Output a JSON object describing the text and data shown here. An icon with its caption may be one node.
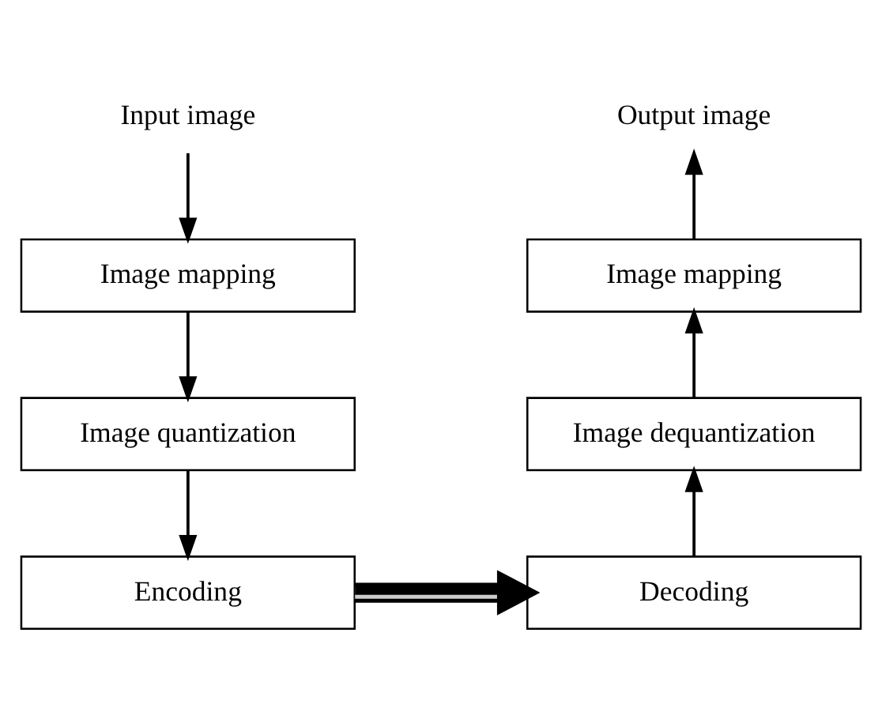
{
  "diagram": {
    "nodes": [
      {
        "text": [
          "Input image"
        ]
      },
      {
        "text": [
          "Image mapping"
        ]
      },
      {
        "text": [
          "Image quantization"
        ]
      },
      {
        "text": [
          "Encoding"
        ]
      },
      {
        "text": [
          "Output image"
        ]
      },
      {
        "text": [
          "Image mapping"
        ]
      },
      {
        "text": [
          "Image dequantization"
        ]
      },
      {
        "text": [
          "Decoding"
        ]
      }
    ],
    "edges": [
      {
        "from": 0,
        "to": 1,
        "arrow": "to"
      },
      {
        "from": 1,
        "to": 2,
        "arrow": "to"
      },
      {
        "from": 2,
        "to": 3,
        "arrow": "to"
      },
      {
        "from": 3,
        "to": 7,
        "arrow": "to",
        "style": "thick"
      },
      {
        "from": 7,
        "to": 6,
        "arrow": "to"
      },
      {
        "from": 6,
        "to": 5,
        "arrow": "to"
      },
      {
        "from": 5,
        "to": 4,
        "arrow": "to"
      }
    ]
  }
}
